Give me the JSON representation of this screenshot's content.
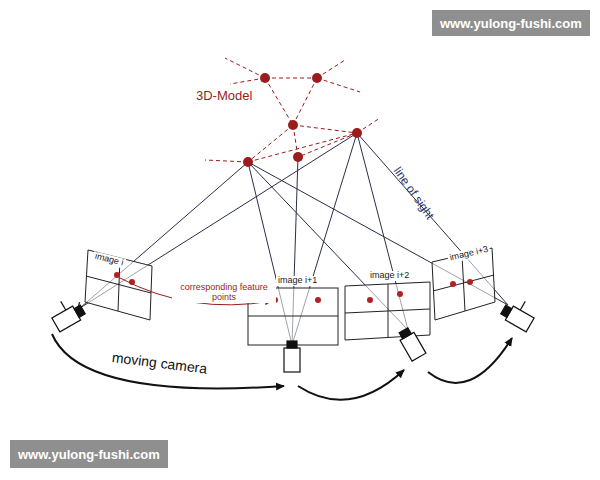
{
  "diagram": {
    "nodes": [
      {
        "text": [
          "www.yulong-fushi.com"
        ]
      },
      {
        "text": [
          "www.yulong-fushi.com"
        ]
      }
    ],
    "labels": [
      "3D-Model",
      "line of sight",
      "image i",
      "image i+1",
      "image i+2",
      "image i+3",
      "corresponding feature points",
      "moving camera"
    ]
  }
}
